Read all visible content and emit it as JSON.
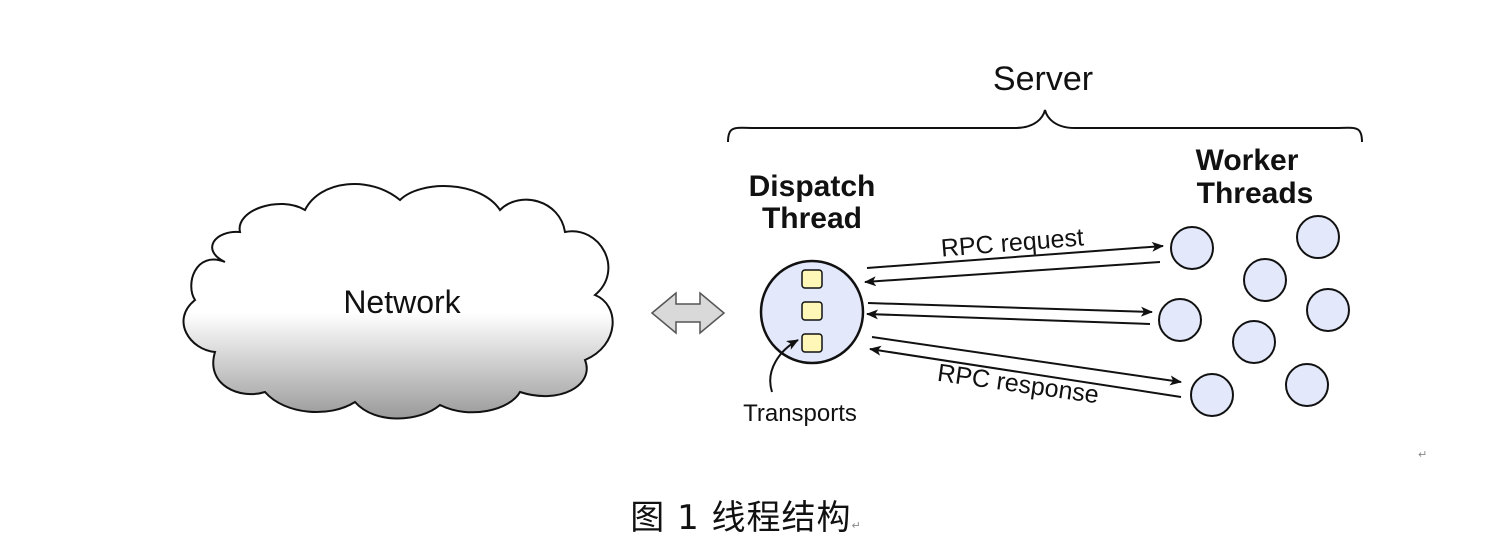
{
  "diagram": {
    "server_label": "Server",
    "dispatch_label_line1": "Dispatch",
    "dispatch_label_line2": "Thread",
    "worker_label_line1": "Worker",
    "worker_label_line2": "Threads",
    "network_label": "Network",
    "rpc_request_label": "RPC request",
    "rpc_response_label": "RPC response",
    "transports_label": "Transports"
  },
  "caption": {
    "text": "图 1  线程结构",
    "return_mark": "↵"
  },
  "colors": {
    "circle_fill": "#e3e8fb",
    "transport_fill": "#fff7b8",
    "cloud_top": "#ffffff",
    "cloud_bottom": "#9a9a9a",
    "double_arrow_fill": "#d9d9d9"
  }
}
